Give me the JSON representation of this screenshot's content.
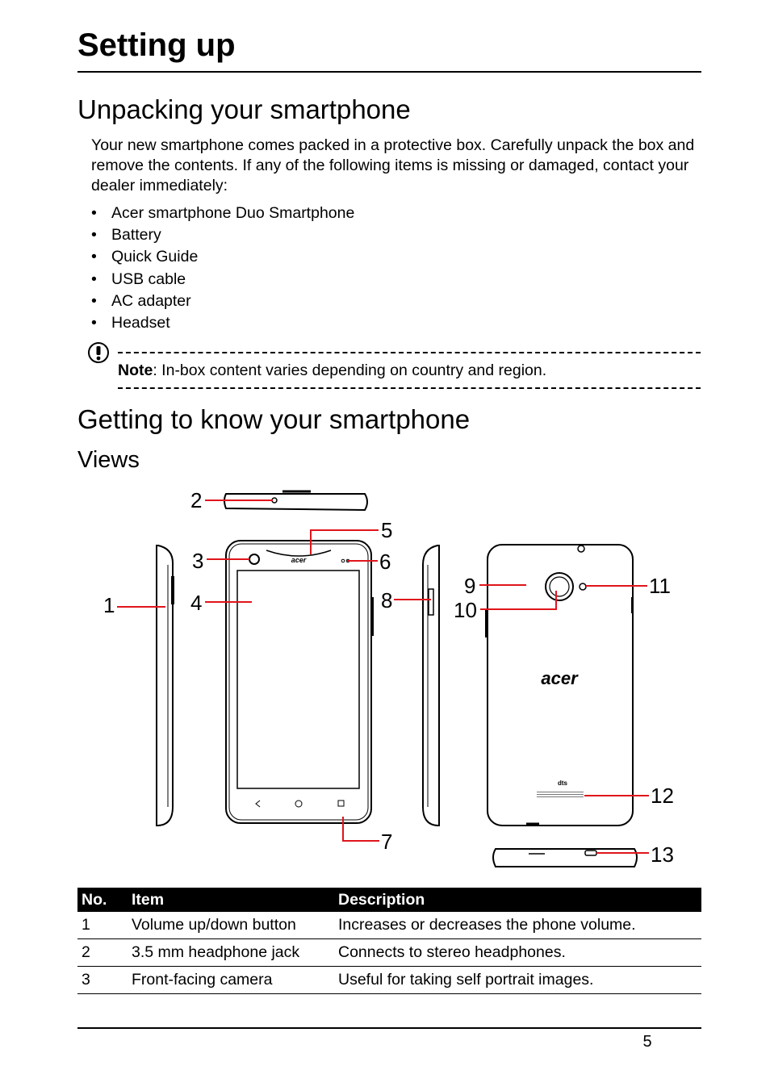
{
  "chapter_title": "Setting up",
  "unpacking": {
    "heading": "Unpacking your smartphone",
    "intro": "Your new smartphone comes packed in a protective box. Carefully unpack the box and remove the contents. If any of the following items is missing or damaged, contact your dealer immediately:",
    "items": [
      "Acer smartphone Duo Smartphone",
      "Battery",
      "Quick Guide",
      "USB cable",
      "AC adapter",
      "Headset"
    ],
    "bullet": "•"
  },
  "note": {
    "label": "Note",
    "text": ": In-box content varies depending on country and region.",
    "icon": "exclamation-icon"
  },
  "getting_to_know": {
    "heading": "Getting to know your smartphone",
    "subheading": "Views"
  },
  "diagram": {
    "callouts": [
      "1",
      "2",
      "3",
      "4",
      "5",
      "6",
      "7",
      "8",
      "9",
      "10",
      "11",
      "12",
      "13"
    ],
    "front_logo": "acer",
    "back_logo": "acer",
    "dts_logo": "dts",
    "callout_color": "#e0151b"
  },
  "table": {
    "headers": [
      "No.",
      "Item",
      "Description"
    ],
    "rows": [
      [
        "1",
        "Volume up/down button",
        "Increases or decreases the phone volume."
      ],
      [
        "2",
        "3.5 mm headphone jack",
        "Connects to stereo headphones."
      ],
      [
        "3",
        "Front-facing camera",
        "Useful for taking self portrait images."
      ]
    ]
  },
  "page_number": "5"
}
